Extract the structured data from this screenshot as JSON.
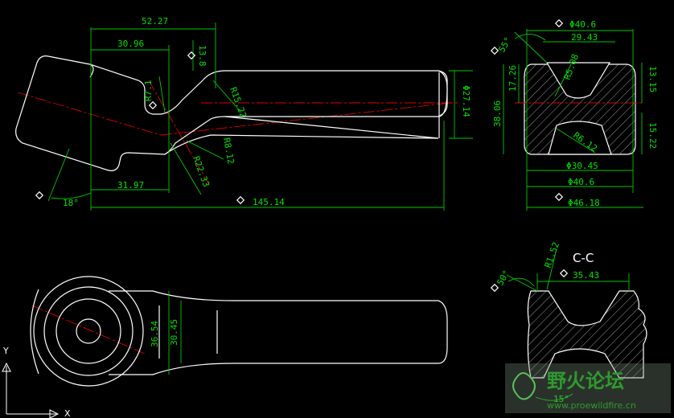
{
  "dimensions": {
    "d_52_27": "52.27",
    "d_30_96": "30.96",
    "d_13_8": "13.8",
    "d_r7_1": "R7.1",
    "d_r15_22": "R15.22",
    "d_phi27_14": "Φ27.14",
    "d_r8_12": "R8.12",
    "d_r22_33": "R22.33",
    "d_31_97": "31.97",
    "d_18deg": "18°",
    "d_145_14": "145.14",
    "d_36_54": "36.54",
    "d_30_45": "30.45",
    "d_55deg": "55°",
    "d_phi40_6_top": "Φ40.6",
    "d_29_43": "29.43",
    "d_r5_08": "R5.08",
    "d_17_26": "17.26",
    "d_13_15": "13.15",
    "d_38_06": "38.06",
    "d_r6_12": "R6.12",
    "d_15_22": "15.22",
    "d_phi30_45": "Φ30.45",
    "d_phi40_6_bot": "Φ40.6",
    "d_phi46_18": "Φ46.18",
    "d_r1_52": "R1.52",
    "d_50deg": "50°",
    "d_35_43": "35.43",
    "d_15deg": "15°"
  },
  "section_title": "C-C",
  "axis": {
    "x": "X",
    "y": "Y"
  },
  "watermark": {
    "cn": "野火论坛",
    "url": "www.proewildfire.cn"
  },
  "colors": {
    "background": "#000000",
    "outline": "#ffffff",
    "dimension": "#00e000",
    "centerline": "#e00000"
  }
}
